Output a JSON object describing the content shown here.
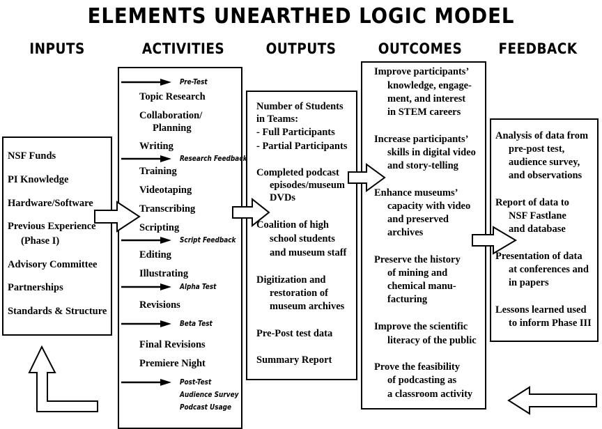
{
  "title": "ELEMENTS UNEARTHED LOGIC MODEL",
  "headers": {
    "inputs": "INPUTS",
    "activities": "ACTIVITIES",
    "outputs": "OUTPUTS",
    "outcomes": "OUTCOMES",
    "feedback": "FEEDBACK"
  },
  "inputs": [
    [
      "NSF Funds"
    ],
    [
      "PI Knowledge"
    ],
    [
      "Hardware/Software"
    ],
    [
      "Previous Experience",
      "(Phase I)"
    ],
    [
      "Advisory Committee"
    ],
    [
      "Partnerships"
    ],
    [
      "Standards & Structure"
    ]
  ],
  "activities": [
    {
      "type": "feedback",
      "lines": [
        "Pre-Test"
      ]
    },
    {
      "type": "item",
      "lines": [
        "Topic Research"
      ]
    },
    {
      "type": "item",
      "lines": [
        "Collaboration/",
        "Planning"
      ]
    },
    {
      "type": "item",
      "lines": [
        "Writing"
      ]
    },
    {
      "type": "feedback",
      "lines": [
        "Research Feedback"
      ]
    },
    {
      "type": "item",
      "lines": [
        "Training"
      ]
    },
    {
      "type": "item",
      "lines": [
        "Videotaping"
      ]
    },
    {
      "type": "item",
      "lines": [
        "Transcribing"
      ]
    },
    {
      "type": "item",
      "lines": [
        "Scripting"
      ]
    },
    {
      "type": "feedback",
      "lines": [
        "Script Feedback"
      ]
    },
    {
      "type": "item",
      "lines": [
        "Editing"
      ]
    },
    {
      "type": "item",
      "lines": [
        "Illustrating"
      ]
    },
    {
      "type": "feedback",
      "lines": [
        "Alpha Test"
      ]
    },
    {
      "type": "item",
      "lines": [
        "Revisions"
      ]
    },
    {
      "type": "feedback",
      "lines": [
        "Beta Test"
      ]
    },
    {
      "type": "item",
      "lines": [
        "Final Revisions"
      ]
    },
    {
      "type": "item",
      "lines": [
        "Premiere Night"
      ]
    },
    {
      "type": "feedback",
      "lines": [
        "Post-Test",
        "Audience Survey",
        "Podcast Usage"
      ]
    }
  ],
  "outputs": [
    [
      "Number of Students",
      "in Teams:",
      "- Full Participants",
      "- Partial Participants"
    ],
    [
      "Completed podcast",
      "episodes/museum",
      "DVDs"
    ],
    [
      "Coalition of high",
      "school students",
      "and museum staff"
    ],
    [
      "Digitization and",
      "restoration of",
      "museum archives"
    ],
    [
      "Pre-Post test data"
    ],
    [
      "Summary Report"
    ]
  ],
  "outcomes": [
    [
      "Improve participants’",
      "knowledge, engage-",
      "ment, and interest",
      "in STEM careers"
    ],
    [
      "Increase participants’",
      "skills in digital video",
      "and story-telling"
    ],
    [
      "Enhance museums’",
      "capacity with video",
      "and preserved",
      "archives"
    ],
    [
      "Preserve the history",
      "of mining and",
      "chemical manu-",
      "facturing"
    ],
    [
      "Improve the scientific",
      "literacy of the public"
    ],
    [
      "Prove the feasibility",
      "of podcasting as",
      "a classroom activity"
    ]
  ],
  "feedback": [
    [
      "Analysis of data from",
      "pre-post test,",
      "audience survey,",
      "and observations"
    ],
    [
      "Report of data to",
      "NSF Fastlane",
      "and database"
    ],
    [
      "Presentation of data",
      "at conferences and",
      "in papers"
    ],
    [
      "Lessons learned used",
      "to inform Phase III"
    ]
  ],
  "icons": {
    "flow-arrow": "hollow-right-arrow",
    "feedback-arrow": "solid-right-arrow",
    "loop-arrow": "hollow-u-turn-arrow"
  }
}
